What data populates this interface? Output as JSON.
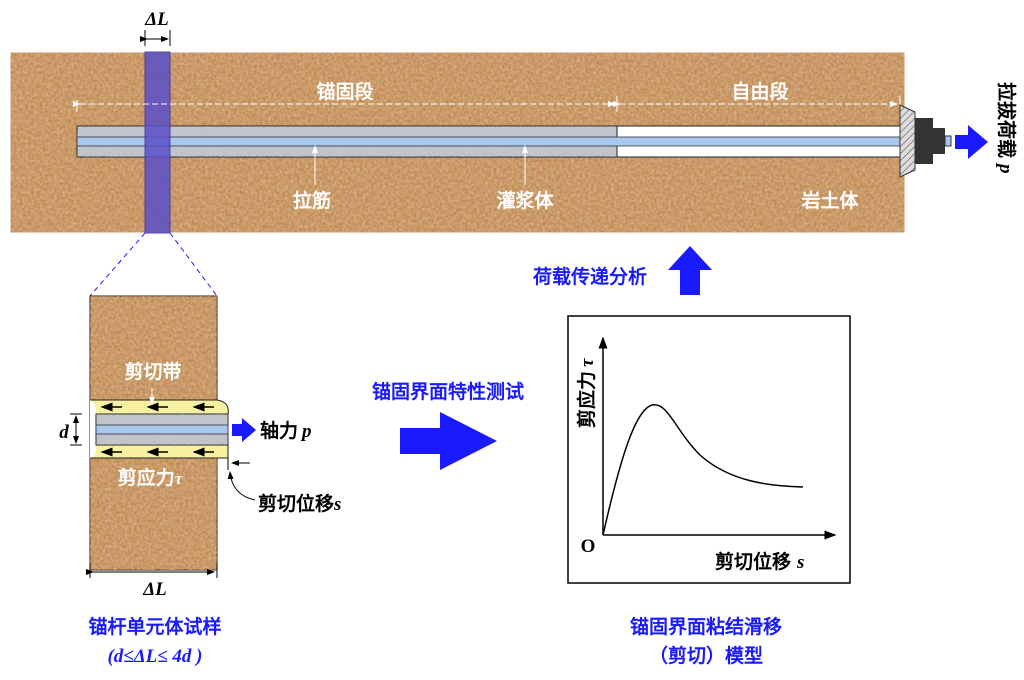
{
  "top": {
    "delta_l": "ΔL",
    "anchored_segment": "锚固段",
    "free_segment": "自由段",
    "tendon": "拉筋",
    "grout": "灌浆体",
    "soil": "岩土体",
    "pullout_load": "拉拔荷载",
    "pullout_symbol": "p"
  },
  "element": {
    "shear_band": "剪切带",
    "shear_stress": "剪应力",
    "tau": "τ",
    "d": "d",
    "axial_force": "轴力",
    "p": "p",
    "shear_disp": "剪切位移",
    "s": "s",
    "delta_l": "ΔL",
    "caption": "锚杆单元体试样",
    "condition": "(d≤ΔL≤ 4d )"
  },
  "middle": {
    "test_label": "锚固界面特性测试",
    "transfer_label": "荷载传递分析"
  },
  "model": {
    "ylabel": "剪应力",
    "ysym": "τ",
    "xlabel": "剪切位移",
    "xsym": "s",
    "origin": "O",
    "caption1": "锚固界面粘结滑移",
    "caption2": "（剪切）模型"
  },
  "colors": {
    "soil": "#b97a45",
    "grout": "#b8bcc4",
    "rod": "#a9c8ee",
    "shear": "#f7f0a0",
    "accent": "#1a1aff",
    "strip": "#5a4fc8"
  }
}
